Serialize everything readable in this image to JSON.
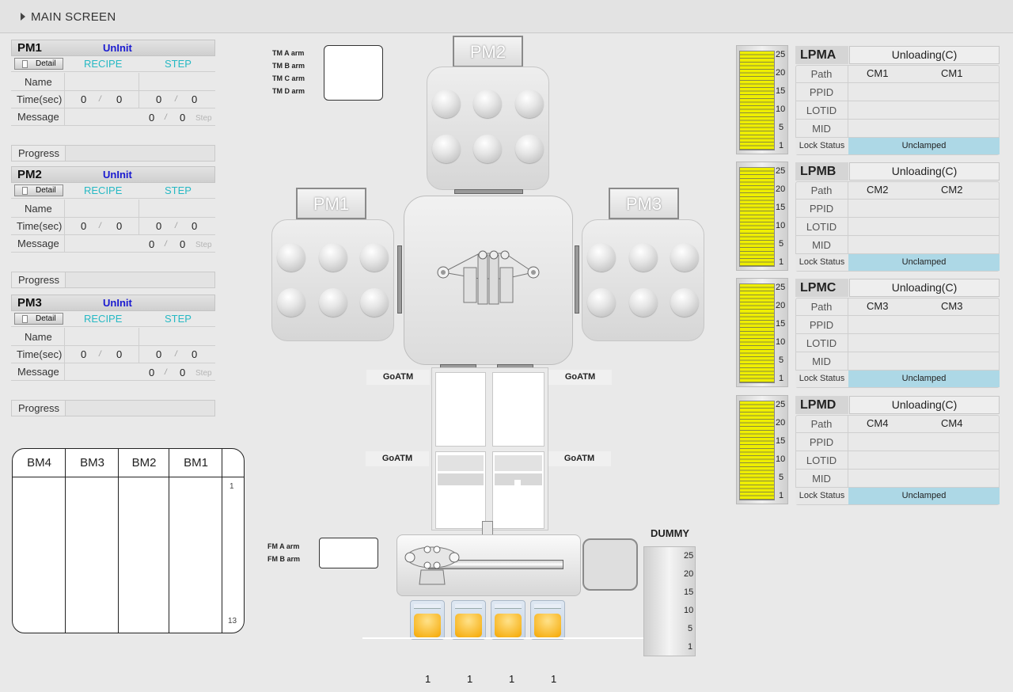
{
  "title": "MAIN SCREEN",
  "pm_panels": [
    {
      "name": "PM1",
      "status": "UnInit",
      "detail": "Detail",
      "recipe": "RECIPE",
      "step": "STEP",
      "labels": {
        "name": "Name",
        "time": "Time(sec)",
        "message": "Message",
        "progress": "Progress"
      },
      "time_values": [
        "0",
        "0",
        "0",
        "0"
      ],
      "msg_values": [
        "0",
        "0"
      ],
      "step_tag": "Step"
    },
    {
      "name": "PM2",
      "status": "UnInit",
      "detail": "Detail",
      "recipe": "RECIPE",
      "step": "STEP",
      "labels": {
        "name": "Name",
        "time": "Time(sec)",
        "message": "Message",
        "progress": "Progress"
      },
      "time_values": [
        "0",
        "0",
        "0",
        "0"
      ],
      "msg_values": [
        "0",
        "0"
      ],
      "step_tag": "Step"
    },
    {
      "name": "PM3",
      "status": "UnInit",
      "detail": "Detail",
      "recipe": "RECIPE",
      "step": "STEP",
      "labels": {
        "name": "Name",
        "time": "Time(sec)",
        "message": "Message",
        "progress": "Progress"
      },
      "time_values": [
        "0",
        "0",
        "0",
        "0"
      ],
      "msg_values": [
        "0",
        "0"
      ],
      "step_tag": "Step"
    }
  ],
  "slash": "/",
  "bm_table": {
    "headers": [
      "BM4",
      "BM3",
      "BM2",
      "BM1"
    ],
    "slot_top": "1",
    "slot_bottom": "13"
  },
  "center": {
    "tm_arms": [
      "TM A arm",
      "TM B arm",
      "TM C arm",
      "TM D arm"
    ],
    "fm_arms": [
      "FM A arm",
      "FM B arm"
    ],
    "chambers": [
      "PM2",
      "PM1",
      "PM3"
    ],
    "goatm": "GoATM",
    "lp_counts": [
      "1",
      "1",
      "1",
      "1"
    ]
  },
  "dummy": {
    "title": "DUMMY",
    "ticks": [
      "25",
      "20",
      "15",
      "10",
      "5",
      "1"
    ]
  },
  "gauge_ticks": [
    "25",
    "20",
    "15",
    "10",
    "5",
    "1"
  ],
  "load_ports": [
    {
      "name": "LPMA",
      "status": "Unloading(C)",
      "path": [
        "CM1",
        "CM1"
      ],
      "labels": [
        "Path",
        "PPID",
        "LOTID",
        "MID"
      ],
      "lock_label": "Lock Status",
      "lock": "Unclamped"
    },
    {
      "name": "LPMB",
      "status": "Unloading(C)",
      "path": [
        "CM2",
        "CM2"
      ],
      "labels": [
        "Path",
        "PPID",
        "LOTID",
        "MID"
      ],
      "lock_label": "Lock Status",
      "lock": "Unclamped"
    },
    {
      "name": "LPMC",
      "status": "Unloading(C)",
      "path": [
        "CM3",
        "CM3"
      ],
      "labels": [
        "Path",
        "PPID",
        "LOTID",
        "MID"
      ],
      "lock_label": "Lock Status",
      "lock": "Unclamped"
    },
    {
      "name": "LPMD",
      "status": "Unloading(C)",
      "path": [
        "CM4",
        "CM4"
      ],
      "labels": [
        "Path",
        "PPID",
        "LOTID",
        "MID"
      ],
      "lock_label": "Lock Status",
      "lock": "Unclamped"
    }
  ],
  "colors": {
    "status_blue": "#1a1ad0",
    "recipe_cyan": "#27b9c4",
    "lock_blue": "#add8e6",
    "gauge_yellow": "#eeee00"
  }
}
